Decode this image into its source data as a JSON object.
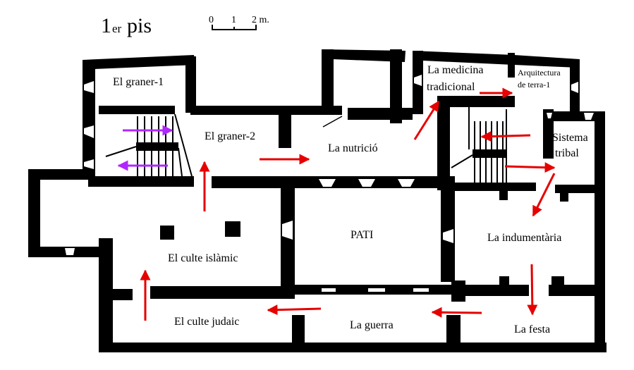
{
  "title": {
    "num": "1",
    "sup": "er",
    "rest": "pis"
  },
  "scale_bar": {
    "ticks": [
      "0",
      "1",
      "2 m."
    ]
  },
  "rooms": {
    "graner1": "El graner-1",
    "graner2": "El graner-2",
    "nutricio": "La nutrició",
    "medicina_line1": "La medicina",
    "medicina_line2": "tradicional",
    "arquitectura_line1": "Arquitectura",
    "arquitectura_line2": "de terra-1",
    "sistema_line1": "Sistema",
    "sistema_line2": "tribal",
    "pati": "PATI",
    "culte_islamic": "El culte islàmic",
    "indumentaria": "La indumentària",
    "culte_judaic": "El culte judaic",
    "guerra": "La guerra",
    "festa": "La festa"
  },
  "colors": {
    "wall": "#000000",
    "route_arrow": "#e60000",
    "stair_arrow": "#b026ff",
    "background": "#ffffff"
  }
}
